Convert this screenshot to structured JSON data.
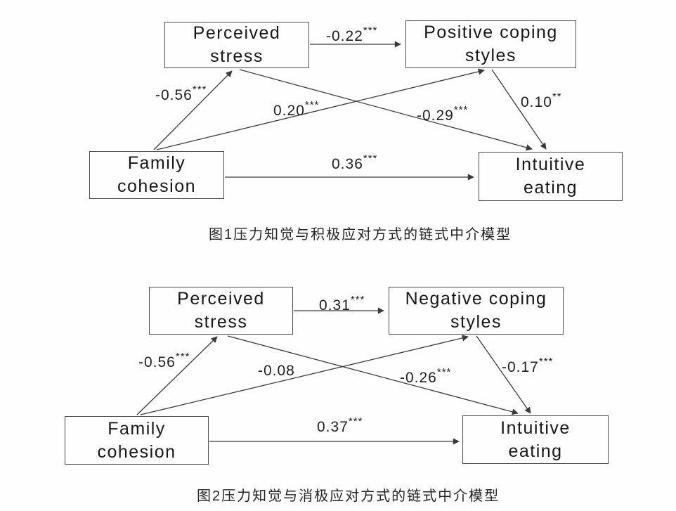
{
  "page": {
    "background_color": "#fefefe",
    "line_color": "#3a3a3a",
    "text_color": "#1c1c1c"
  },
  "figure1": {
    "boxes": {
      "perceived_stress": {
        "line1": "Perceived",
        "line2": "stress"
      },
      "positive_coping": {
        "line1": "Positive coping",
        "line2": "styles"
      },
      "family_cohesion": {
        "line1": "Family",
        "line2": "cohesion"
      },
      "intuitive_eating": {
        "line1": "Intuitive",
        "line2": "eating"
      }
    },
    "coefficients": {
      "stress_to_coping": {
        "value": "-0.22",
        "stars": "***"
      },
      "cohesion_to_stress": {
        "value": "-0.56",
        "stars": "***"
      },
      "cohesion_to_coping": {
        "value": "0.20",
        "stars": "***"
      },
      "stress_to_eating": {
        "value": "-0.29",
        "stars": "***"
      },
      "coping_to_eating": {
        "value": "0.10",
        "stars": "**"
      },
      "cohesion_to_eating": {
        "value": "0.36",
        "stars": "***"
      }
    },
    "caption": "图1压力知觉与积极应对方式的链式中介模型"
  },
  "figure2": {
    "boxes": {
      "perceived_stress": {
        "line1": "Perceived",
        "line2": "stress"
      },
      "negative_coping": {
        "line1": "Negative coping",
        "line2": "styles"
      },
      "family_cohesion": {
        "line1": "Family",
        "line2": "cohesion"
      },
      "intuitive_eating": {
        "line1": "Intuitive",
        "line2": "eating"
      }
    },
    "coefficients": {
      "stress_to_coping": {
        "value": "0.31",
        "stars": "***"
      },
      "cohesion_to_stress": {
        "value": "-0.56",
        "stars": "***"
      },
      "cohesion_to_coping": {
        "value": "-0.08",
        "stars": ""
      },
      "stress_to_eating": {
        "value": "-0.26",
        "stars": "***"
      },
      "coping_to_eating": {
        "value": "-0.17",
        "stars": "***"
      },
      "cohesion_to_eating": {
        "value": "0.37",
        "stars": "***"
      }
    },
    "caption": "图2压力知觉与消极应对方式的链式中介模型"
  }
}
